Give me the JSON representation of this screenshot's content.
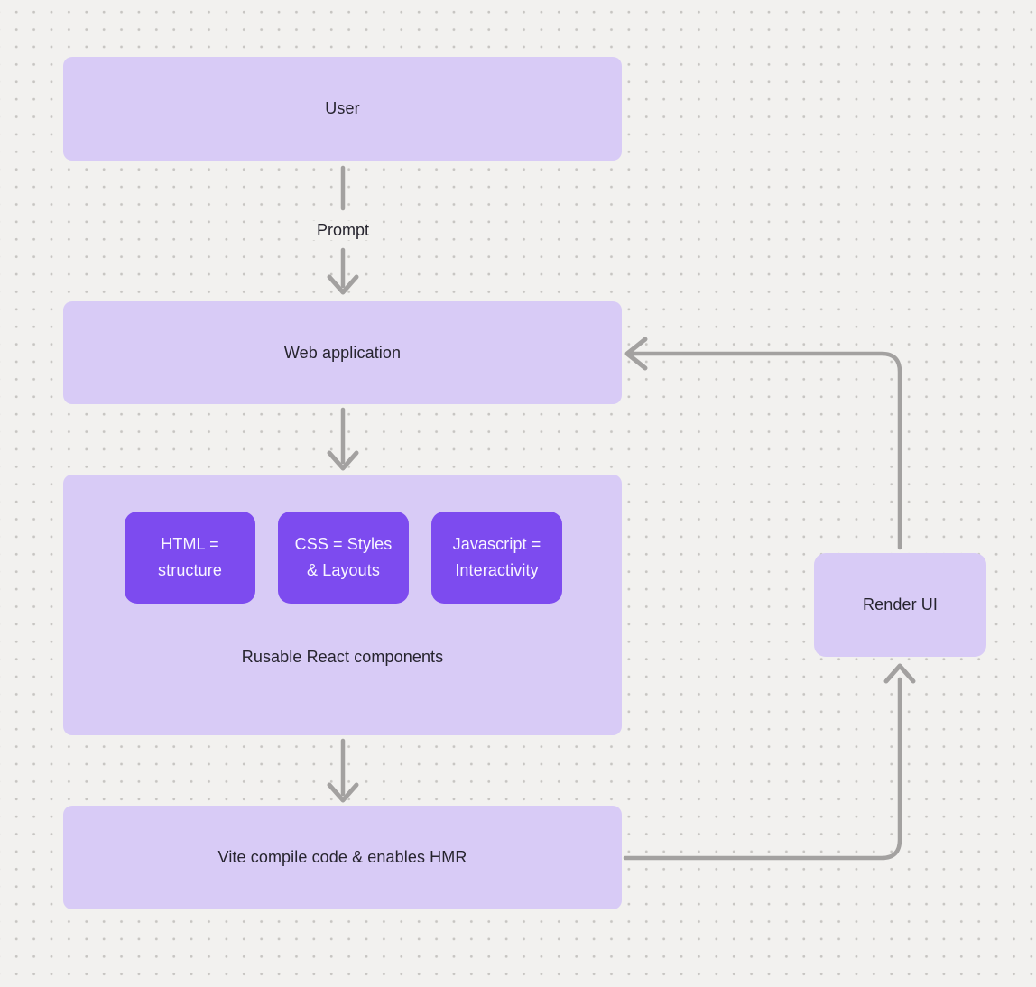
{
  "colors": {
    "background": "#f2f1ef",
    "dot": "#c7c5c2",
    "node_fill": "#d8cbf6",
    "node_fill_accent": "#7d4bef",
    "text_dark": "#26242e",
    "text_light": "#f8f5ff",
    "connector": "#a3a1a0"
  },
  "nodes": {
    "user": {
      "label": "User"
    },
    "web_application": {
      "label": "Web application"
    },
    "components_group": {
      "caption": "Rusable React components",
      "children": [
        {
          "label": "HTML = structure"
        },
        {
          "label": "CSS = Styles & Layouts"
        },
        {
          "label": "Javascript = Interactivity"
        }
      ]
    },
    "vite": {
      "label": "Vite compile code & enables HMR"
    },
    "render_ui": {
      "label": "Render UI"
    }
  },
  "edges": [
    {
      "from": "user",
      "to": "web_application",
      "label": "Prompt"
    },
    {
      "from": "web_application",
      "to": "components_group",
      "label": ""
    },
    {
      "from": "components_group",
      "to": "vite",
      "label": ""
    },
    {
      "from": "vite",
      "to": "render_ui",
      "label": ""
    },
    {
      "from": "render_ui",
      "to": "web_application",
      "label": ""
    }
  ],
  "edge_labels": {
    "user_to_web": "Prompt"
  }
}
